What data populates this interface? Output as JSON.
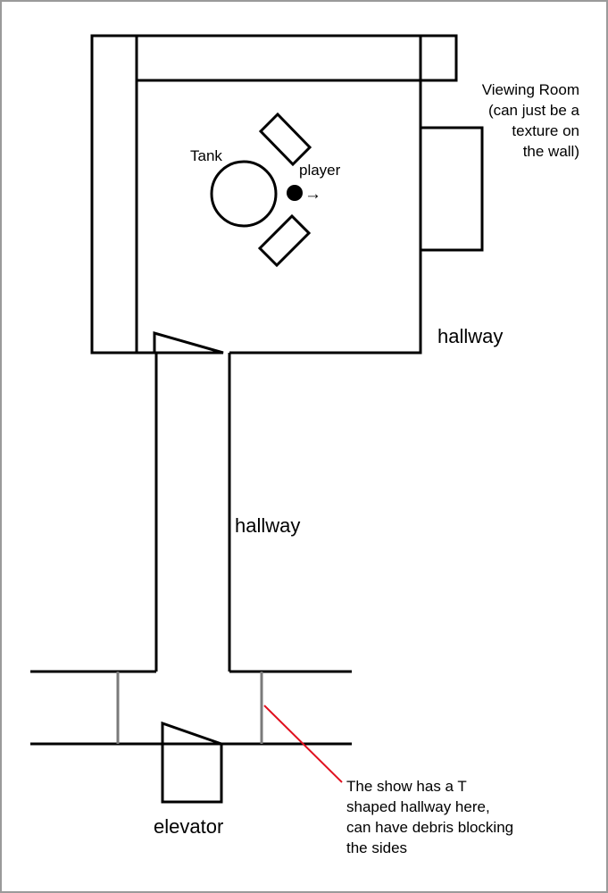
{
  "labels": {
    "viewing_room": [
      "Viewing Room",
      "(can just be a",
      "texture on",
      "the wall)"
    ],
    "tank": "Tank",
    "player": "player",
    "player_arrow": "→",
    "hallway_right": "hallway",
    "hallway_middle": "hallway",
    "elevator": "elevator",
    "note": [
      "The show has a T",
      "shaped hallway here,",
      "can have debris blocking",
      "the sides"
    ]
  },
  "colors": {
    "line": "#000000",
    "divider": "#7a7a7a",
    "annotation": "#e0101e",
    "frame": "#9a9a9a"
  }
}
